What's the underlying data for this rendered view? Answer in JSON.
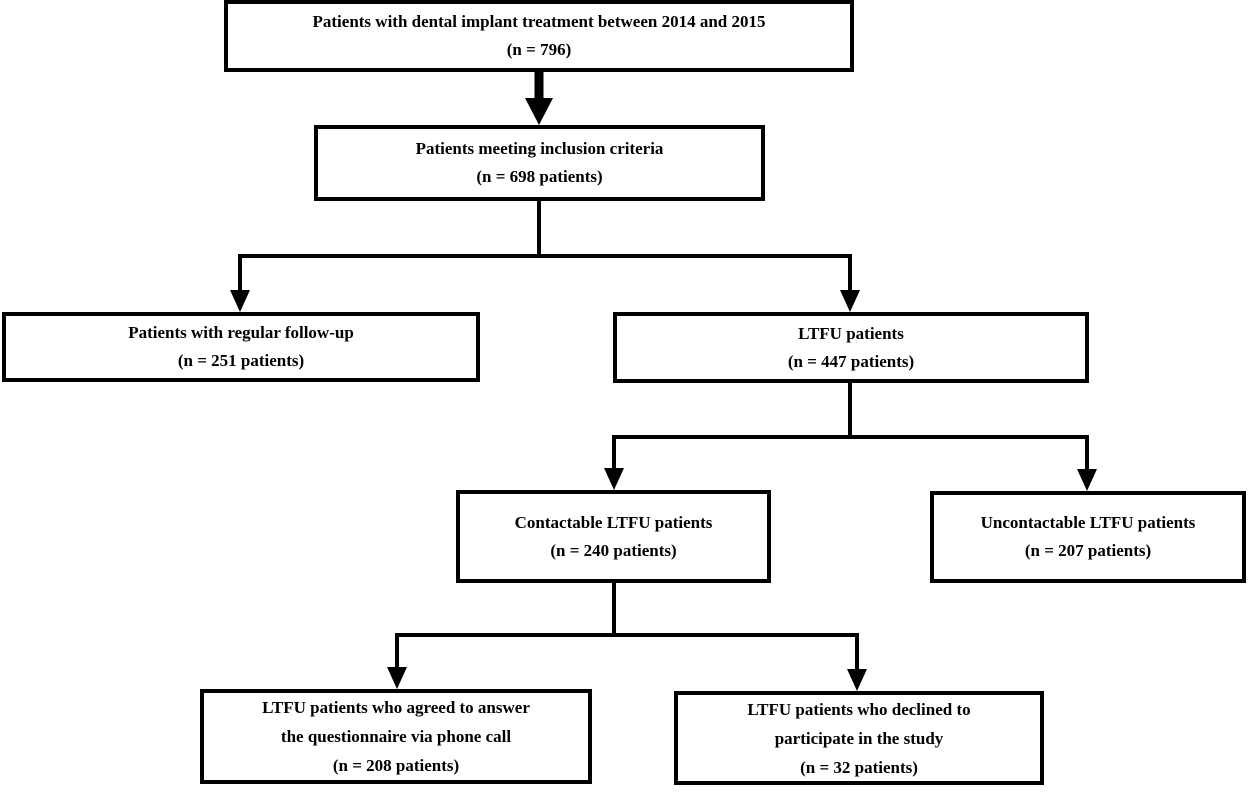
{
  "flowchart": {
    "total": {
      "line1": "Patients with dental implant treatment between 2014 and 2015",
      "line2": "(n = 796)"
    },
    "inclusion": {
      "line1": "Patients meeting inclusion criteria",
      "line2": "(n = 698 patients)"
    },
    "regular": {
      "line1": "Patients with regular follow-up",
      "line2": "(n = 251 patients)"
    },
    "ltfu": {
      "line1": "LTFU patients",
      "line2": "(n = 447 patients)"
    },
    "contactable": {
      "line1": "Contactable LTFU patients",
      "line2": "(n = 240 patients)"
    },
    "uncontactable": {
      "line1": "Uncontactable LTFU patients",
      "line2": "(n = 207 patients)"
    },
    "agreed": {
      "line1": "LTFU patients who agreed to answer",
      "line2": "the questionnaire via phone call",
      "line3": "(n = 208 patients)"
    },
    "declined": {
      "line1": "LTFU patients who declined to",
      "line2": "participate in the study",
      "line3": "(n = 32 patients)"
    }
  }
}
